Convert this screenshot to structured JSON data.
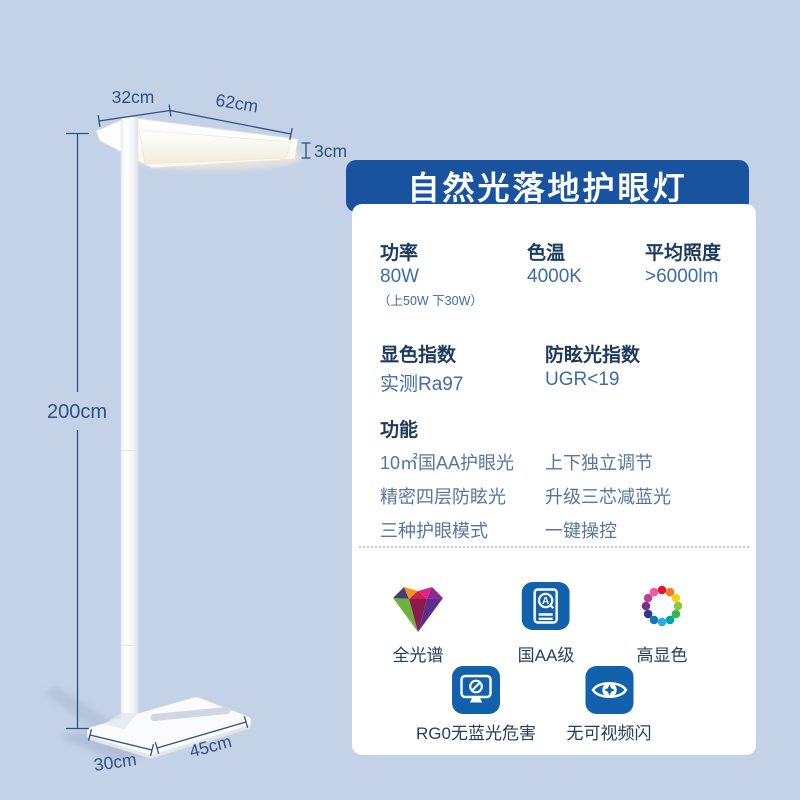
{
  "colors": {
    "bg": "#c3d2e6",
    "card-bg": "#ffffff",
    "header-bg": "#19539f",
    "icon-blue": "#1161ad",
    "label-dark": "#1d3b5e",
    "value-blue": "#3e6ca8",
    "feature-blue": "#56759f",
    "dim-blue": "#30517f",
    "badge-label": "#24405e"
  },
  "lamp_dimensions": {
    "head_left": "32cm",
    "head_right": "62cm",
    "head_thickness": "3cm",
    "height": "200cm",
    "base_depth": "30cm",
    "base_width": "45cm"
  },
  "card": {
    "title": "自然光落地护眼灯",
    "specs": [
      {
        "label": "功率",
        "value": "80W",
        "note": "（上50W 下30W）"
      },
      {
        "label": "色温",
        "value": "4000K"
      },
      {
        "label": "平均照度",
        "value": ">6000lm"
      },
      {
        "label": "显色指数",
        "value": "实测Ra97"
      },
      {
        "label": "防眩光指数",
        "value": "UGR<19"
      }
    ],
    "features": {
      "label": "功能",
      "items": [
        "10㎡国AA护眼光",
        "上下独立调节",
        "精密四层防眩光",
        "升级三芯减蓝光",
        "三种护眼模式",
        "一键操控"
      ]
    },
    "badges": [
      {
        "icon": "diamond-icon",
        "label": "全光谱"
      },
      {
        "icon": "certificate-icon",
        "label": "国AA级"
      },
      {
        "icon": "color-wheel-icon",
        "label": "高显色"
      },
      {
        "icon": "monitor-no-bluelight-icon",
        "label": "RG0无蓝光危害"
      },
      {
        "icon": "eye-no-flicker-icon",
        "label": "无可视频闪"
      }
    ]
  }
}
